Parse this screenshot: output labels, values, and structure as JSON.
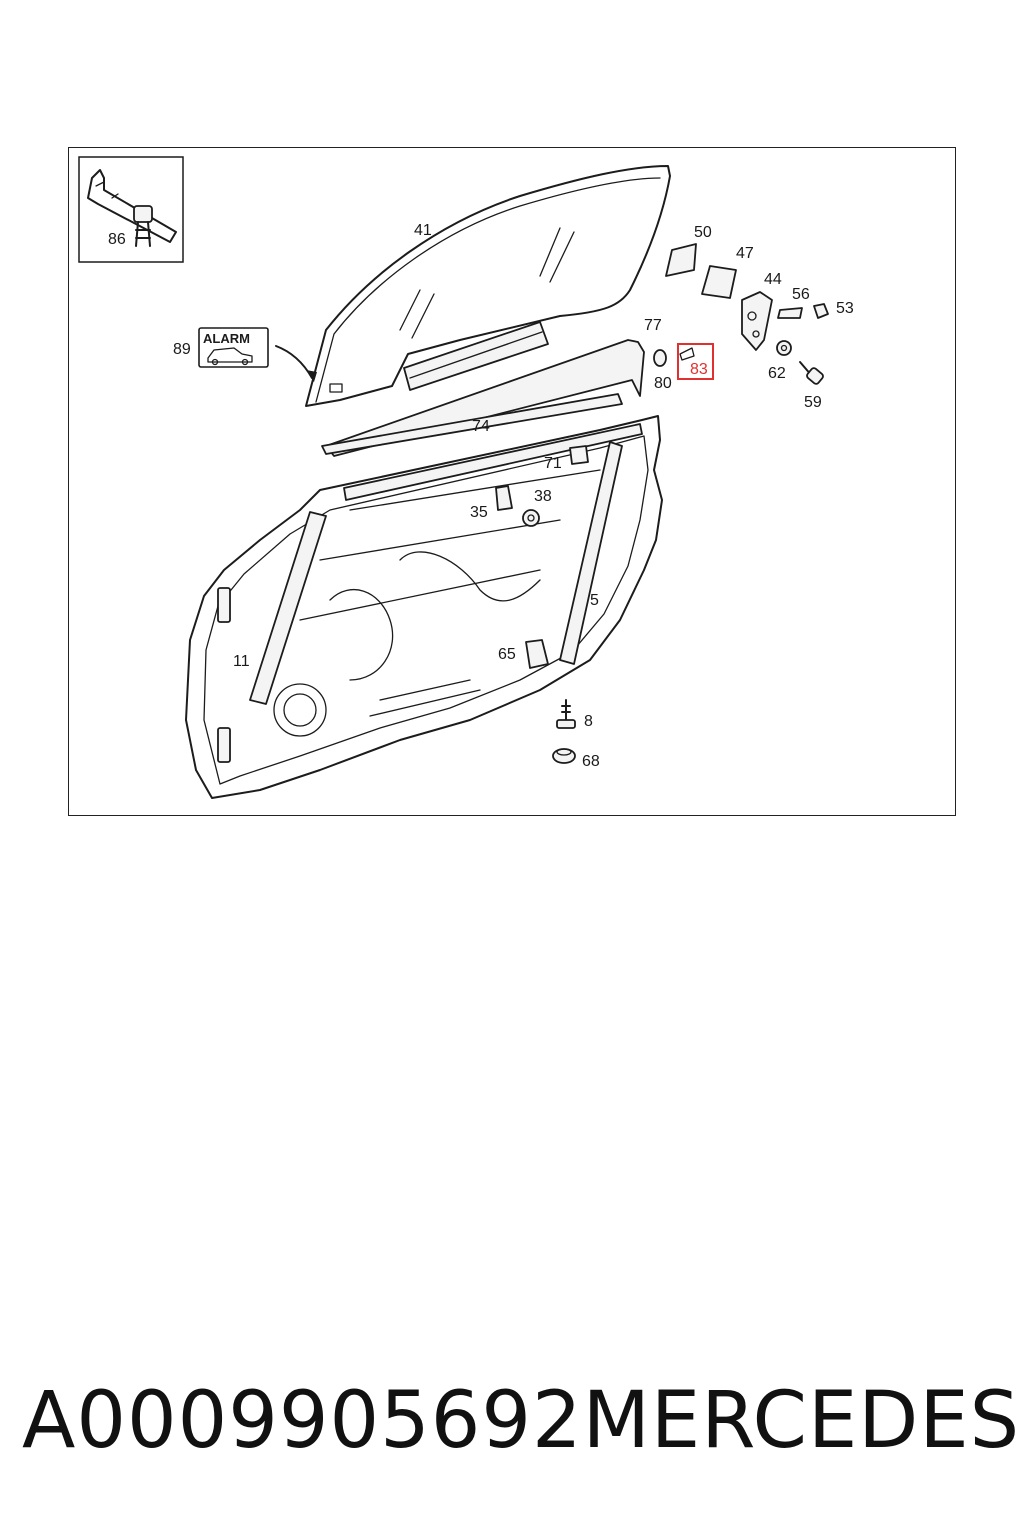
{
  "diagram": {
    "callouts": [
      "86",
      "41",
      "50",
      "47",
      "44",
      "56",
      "53",
      "89",
      "77",
      "80",
      "83",
      "62",
      "59",
      "74",
      "71",
      "38",
      "35",
      "5",
      "65",
      "11",
      "8",
      "68"
    ],
    "alarm_badge_text": "ALARM",
    "highlighted_part": "83",
    "highlight_color": "#e03030"
  },
  "caption": {
    "part_number": "A0009905692",
    "brand": "MERCEDES"
  }
}
